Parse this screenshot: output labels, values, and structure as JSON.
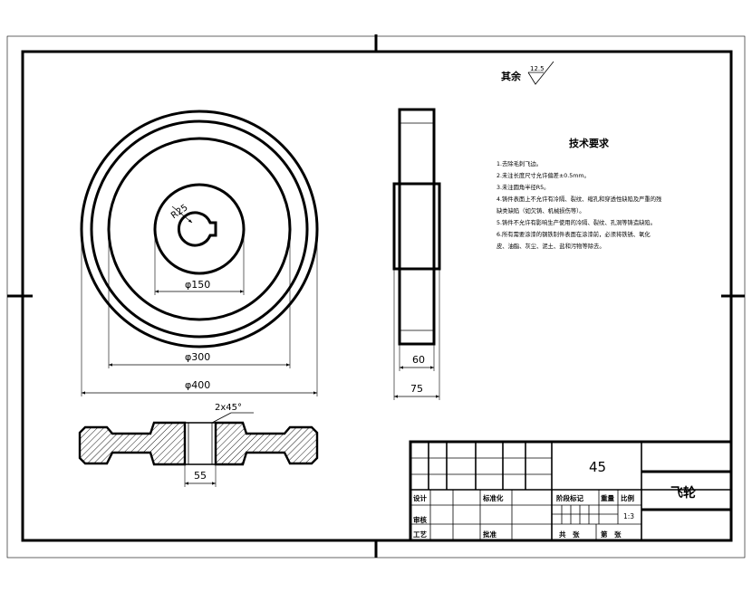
{
  "roughness": {
    "label": "其余",
    "value": "12.5"
  },
  "front_view": {
    "keyway_radius": "R25",
    "dim_inner": "φ150",
    "dim_middle": "φ300",
    "dim_outer": "φ400"
  },
  "side_view": {
    "dim_hub_width": "60",
    "dim_overall_width": "75"
  },
  "section_view": {
    "chamfer": "2x45°",
    "dim_bore": "55"
  },
  "tech_requirements": {
    "title": "技术要求",
    "items": [
      "1.去除毛刺飞边。",
      "2.未注长度尺寸允许偏差±0.5mm。",
      "3.未注圆角半径R5。",
      "4.铸件表面上不允许有冷隔、裂纹、缩孔和穿透性缺陷及严重的残",
      "缺类缺陷（如欠铸、机械损伤等）。",
      "5.铸件不允许有影响生产使用的冷隔、裂纹、孔洞等铸造缺陷。",
      "6.所有需要涂漆的钢铁制件表面在涂漆前，必须将铁锈、氧化",
      "皮、油脂、灰尘、泥土、盐和污物等除去。"
    ]
  },
  "title_block": {
    "material": "45",
    "part_name": "飞轮",
    "labels": {
      "designer": "设计",
      "standardized": "标准化",
      "reviewer": "审核",
      "process": "工艺",
      "approval": "批准",
      "stage_mark": "阶段标记",
      "weight": "重量",
      "scale": "比例",
      "scale_value": "1:3",
      "sheet_total": "共　张",
      "sheet_no": "第　张"
    }
  }
}
